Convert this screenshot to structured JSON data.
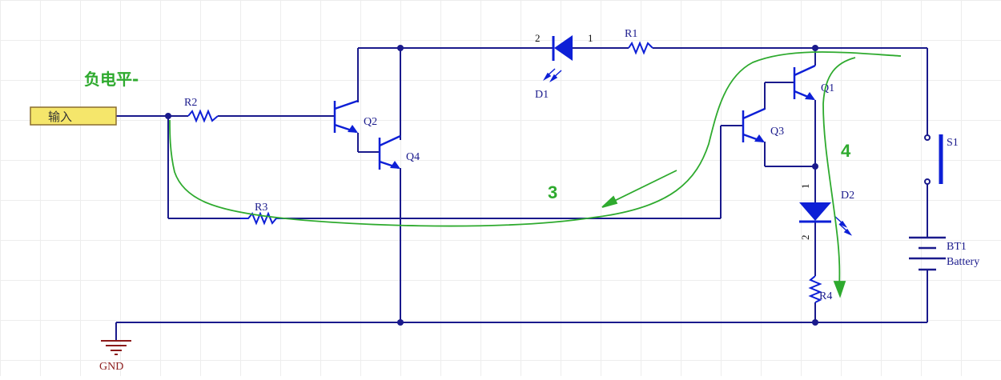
{
  "input_port": {
    "label": "输入"
  },
  "annotation": {
    "level_text": "负电平-",
    "path3_number": "3",
    "path4_number": "4"
  },
  "components": {
    "r1": "R1",
    "r2": "R2",
    "r3": "R3",
    "r4": "R4",
    "q1": "Q1",
    "q2": "Q2",
    "q3": "Q3",
    "q4": "Q4",
    "d1": "D1",
    "d2": "D2",
    "s1": "S1",
    "bt1": "BT1",
    "bt1_value": "Battery",
    "gnd": "GND"
  },
  "pins": {
    "d1_pin2": "2",
    "d1_pin1": "1",
    "d2_pin1": "1",
    "d2_pin2": "2"
  },
  "colors": {
    "wire": "#1a1a8c",
    "component": "#0d1fd6",
    "annotation": "#2eaa2e",
    "port_fill": "#f5e66b",
    "ground": "#8b1a1a"
  }
}
